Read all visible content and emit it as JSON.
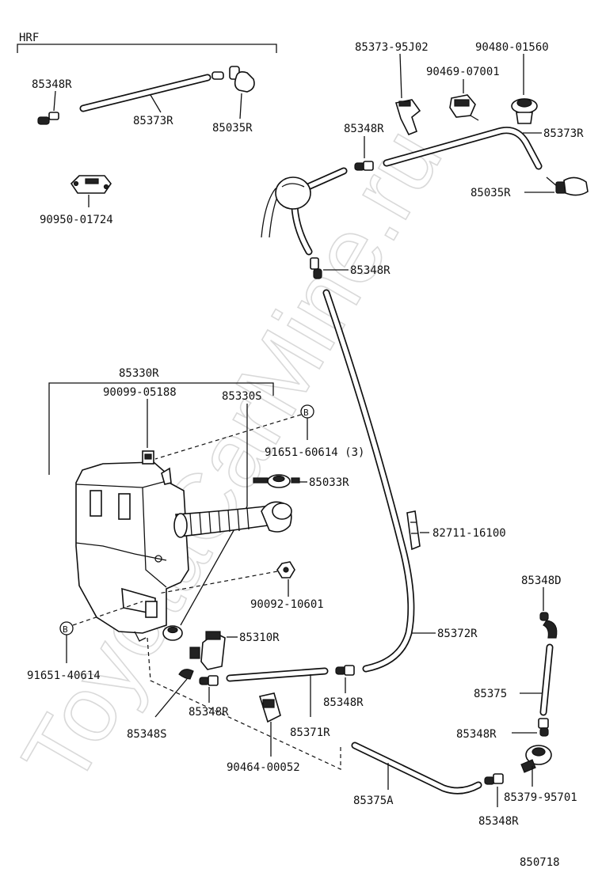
{
  "watermark": "ToyotaCarMine.ru",
  "header_code": "HRF",
  "diagram_code": "850718",
  "circle_marker": "B",
  "labels": {
    "p85348R_a": "85348R",
    "p85373R_a": "85373R",
    "p85035R_a": "85035R",
    "p90950": "90950-01724",
    "p85373_95J02": "85373-95J02",
    "p90480": "90480-01560",
    "p90469": "90469-07001",
    "p85348R_b": "85348R",
    "p85373R_b": "85373R",
    "p85035R_b": "85035R",
    "p85348R_c": "85348R",
    "p85330R": "85330R",
    "p90099": "90099-05188",
    "p85330S": "85330S",
    "p91651_60614": "91651-60614 (3)",
    "p85033R": "85033R",
    "p82711": "82711-16100",
    "p90092": "90092-10601",
    "p91651_40614": "91651-40614",
    "p85310R": "85310R",
    "p85372R": "85372R",
    "p85348D": "85348D",
    "p85375": "85375",
    "p85348R_d": "85348R",
    "p85348R_e": "85348R",
    "p85348S": "85348S",
    "p85348R_f": "85348R",
    "p85371R": "85371R",
    "p90464": "90464-00052",
    "p85375A": "85375A",
    "p85379": "85379-95701",
    "p85348R_g": "85348R"
  }
}
